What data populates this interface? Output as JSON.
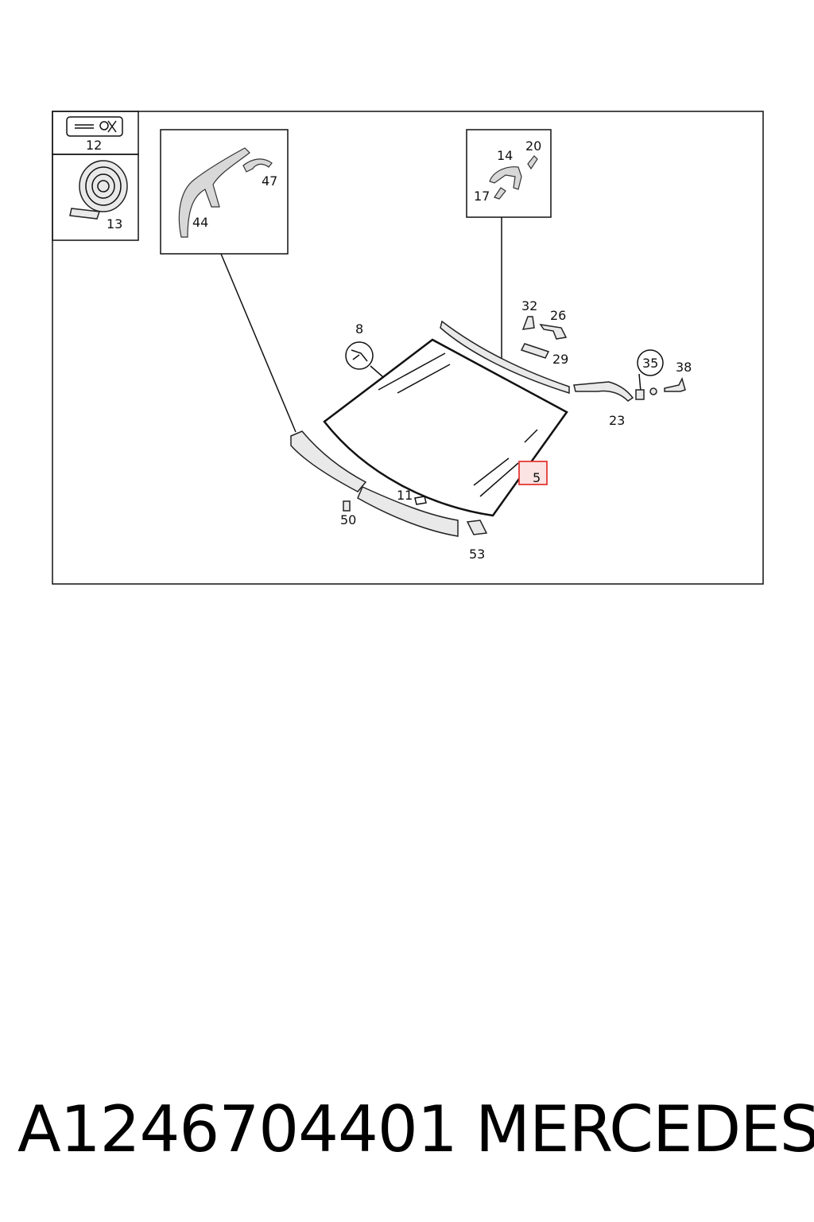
{
  "diagram": {
    "callouts": {
      "c12": "12",
      "c13": "13",
      "c44": "44",
      "c47": "47",
      "c14": "14",
      "c20": "20",
      "c17": "17",
      "c8": "8",
      "c32": "32",
      "c26": "26",
      "c29": "29",
      "c35": "35",
      "c38": "38",
      "c23": "23",
      "c5": "5",
      "c11": "11",
      "c50": "50",
      "c53": "53"
    },
    "highlight_color": "#e53935"
  },
  "caption": {
    "part_number": "A1246704401",
    "brand": "MERCEDES"
  }
}
